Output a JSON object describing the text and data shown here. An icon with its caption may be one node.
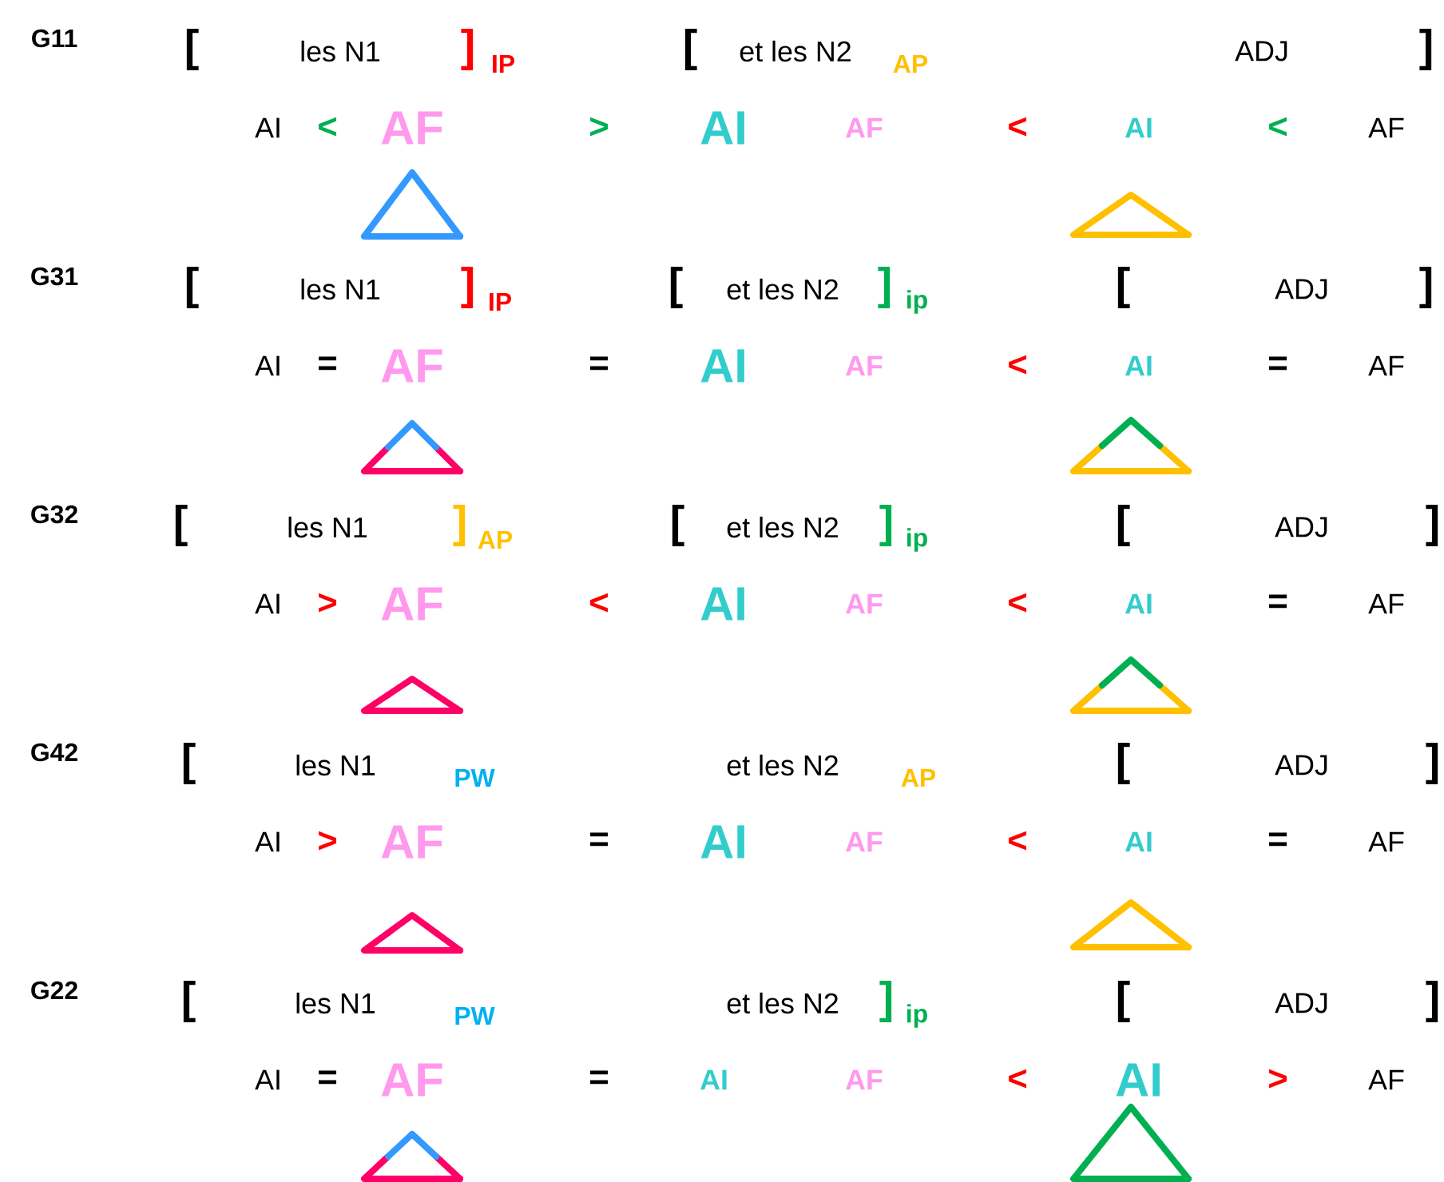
{
  "diagram": {
    "labels": [
      "G11",
      "[",
      "les N1",
      "]",
      "IP",
      "[",
      "et les N2",
      "AP",
      "ADJ",
      "]",
      "AI",
      "<",
      "AF",
      ">",
      "AI",
      "AF",
      "<",
      "AI",
      "<",
      "AF",
      "G31",
      "[",
      "les N1",
      "]",
      "IP",
      "[",
      "et les N2",
      "]",
      "ip",
      "[",
      "ADJ",
      "]",
      "AI",
      "=",
      "AF",
      "=",
      "AI",
      "AF",
      "<",
      "AI",
      "=",
      "AF",
      "G32",
      "[",
      "les N1",
      "]",
      "AP",
      "[",
      "et les N2",
      "]",
      "ip",
      "[",
      "ADJ",
      "]",
      "AI",
      ">",
      "AF",
      "<",
      "AI",
      "AF",
      "<",
      "AI",
      "=",
      "AF",
      "G42",
      "[",
      "les N1",
      "PW",
      "et les N2",
      "AP",
      "[",
      "ADJ",
      "]",
      "AI",
      ">",
      "AF",
      "=",
      "AI",
      "AF",
      "<",
      "AI",
      "=",
      "AF",
      "G22",
      "[",
      "les N1",
      "PW",
      "et les N2",
      "]",
      "ip",
      "[",
      "ADJ",
      "]",
      "AI",
      "=",
      "AF",
      "=",
      "AI",
      "AF",
      "<",
      "AI",
      ">",
      "AF"
    ]
  }
}
